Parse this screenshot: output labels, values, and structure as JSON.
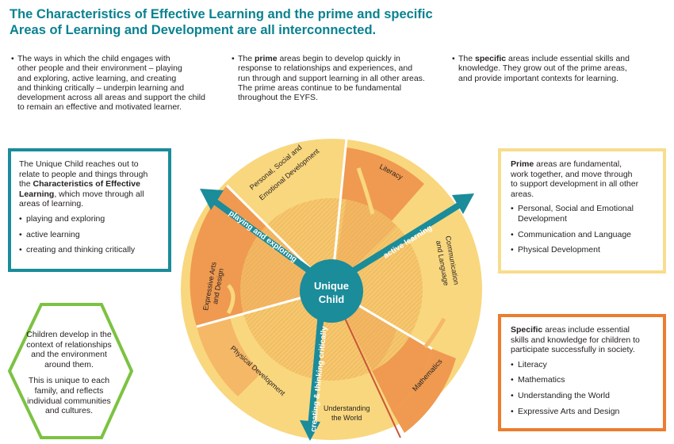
{
  "title": {
    "lines": [
      "The Characteristics of Effective Learning and the prime and specific",
      "Areas of Learning and Development are all interconnected."
    ]
  },
  "intro": {
    "col1": {
      "bullet": "•",
      "lines": [
        "The ways in which the child engages with",
        "other people and their environment – playing",
        "and exploring, active learning, and creating",
        "and thinking critically – underpin learning and",
        "development across all areas and support the child",
        "to remain an effective and motivated learner."
      ]
    },
    "col2": {
      "bullet": "•",
      "lead": "The ",
      "strong": "prime",
      "rest": " areas begin to develop quickly in",
      "lines": [
        "response to relationships and experiences, and",
        "run through and support learning in all other areas.",
        "The prime areas continue to be fundamental",
        "throughout the EYFS."
      ]
    },
    "col3": {
      "bullet": "•",
      "lead": "The ",
      "strong": "specific",
      "rest": " areas include essential skills and",
      "lines": [
        "knowledge. They grow out of the prime areas,",
        "and provide important contexts for learning."
      ]
    }
  },
  "unique_child_box": {
    "lines": [
      "The Unique Child reaches out to",
      "relate to people and things through",
      "the "
    ],
    "strong1": "Characteristics of Effective",
    "strong2": "Learning",
    "after_strong": ", which move through all",
    "line_last": "areas of learning.",
    "items": [
      "playing and exploring",
      "active learning",
      "creating and thinking critically"
    ]
  },
  "prime_box": {
    "strong": "Prime",
    "first_rest": " areas are fundamental,",
    "lines": [
      "work together, and move through",
      "to support development in all other",
      "areas."
    ],
    "items": [
      [
        "Personal, Social and Emotional",
        "Development"
      ],
      [
        "Communication and Language"
      ],
      [
        "Physical Development"
      ]
    ]
  },
  "specific_box": {
    "strong": "Specific",
    "first_rest": " areas include essential",
    "lines": [
      "skills and knowledge for children to",
      "participate successfully in society."
    ],
    "items": [
      "Literacy",
      "Mathematics",
      "Understanding the World",
      "Expressive Arts and Design"
    ]
  },
  "hexagon": {
    "para1": [
      "Children develop in the",
      "context of relationships",
      "and the environment",
      "around them."
    ],
    "para2": [
      "This is unique to each",
      "family, and reflects",
      "individual communities",
      "and cultures."
    ]
  },
  "wheel": {
    "center_label_1": "Unique",
    "center_label_2": "Child",
    "segments": {
      "pse": [
        "Personal, Social and",
        "Emotional Development"
      ],
      "literacy": "Literacy",
      "communication": [
        "Communication",
        "and Language"
      ],
      "mathematics": "Mathematics",
      "understanding": [
        "Understanding",
        "the World"
      ],
      "physical": "Physical Development",
      "expressive": [
        "Expressive Arts",
        "and Design"
      ]
    },
    "arrows": {
      "playing": "playing and exploring",
      "active": "active learning",
      "creating": "creating & thinking critically"
    }
  },
  "colors": {
    "teal": "#0a8290",
    "arrow_teal": "#1a8c9a",
    "yellow": "#f9d77e",
    "orange": "#ef9a50",
    "green": "#7cc242",
    "dark_orange": "#ec7c30",
    "line_red": "#c8553a"
  },
  "icons": [
    "bullet-dot",
    "curved-arrow",
    "double-arrow"
  ]
}
